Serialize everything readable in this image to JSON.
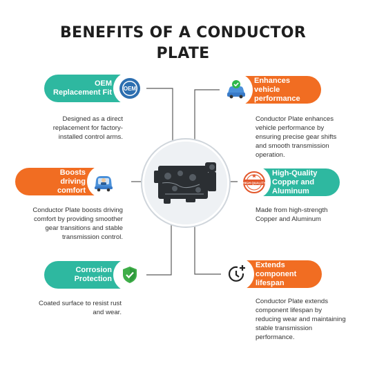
{
  "title": {
    "line1": "BENEFITS OF A CONDUCTOR",
    "line2": "PLATE"
  },
  "colors": {
    "teal": "#2eb8a0",
    "orange": "#f16d22",
    "line": "#5a5a5a"
  },
  "center": {
    "image": "conductor-plate-photo"
  },
  "benefits": [
    {
      "label": "OEM\nReplacement Fit",
      "icon": "oem-badge-icon",
      "badge_text": "OEM",
      "description": "Designed as a direct replacement for factory-installed control arms."
    },
    {
      "label": "Enhances\nvehicle\nperformance",
      "icon": "car-checkmark-icon",
      "description": "Conductor Plate enhances vehicle performance by ensuring precise gear shifts and smooth transmission operation."
    },
    {
      "label": "Boosts\ndriving\ncomfort",
      "icon": "driver-in-car-icon",
      "description": "Conductor Plate boosts driving comfort by providing smoother gear transitions and stable transmission control."
    },
    {
      "label": "High-Quality\nCopper and\nAluminum",
      "icon": "high-quality-stamp-icon",
      "badge_text": "HIGH QUALITY",
      "description": "Made from high-strength Copper and Aluminum"
    },
    {
      "label": "Corrosion\nProtection",
      "icon": "shield-check-icon",
      "description": "Coated surface to resist rust and wear."
    },
    {
      "label": "Extends\ncomponent\nlifespan",
      "icon": "clock-plus-icon",
      "description": "Conductor Plate extends component lifespan by reducing wear and maintaining stable transmission performance."
    }
  ]
}
